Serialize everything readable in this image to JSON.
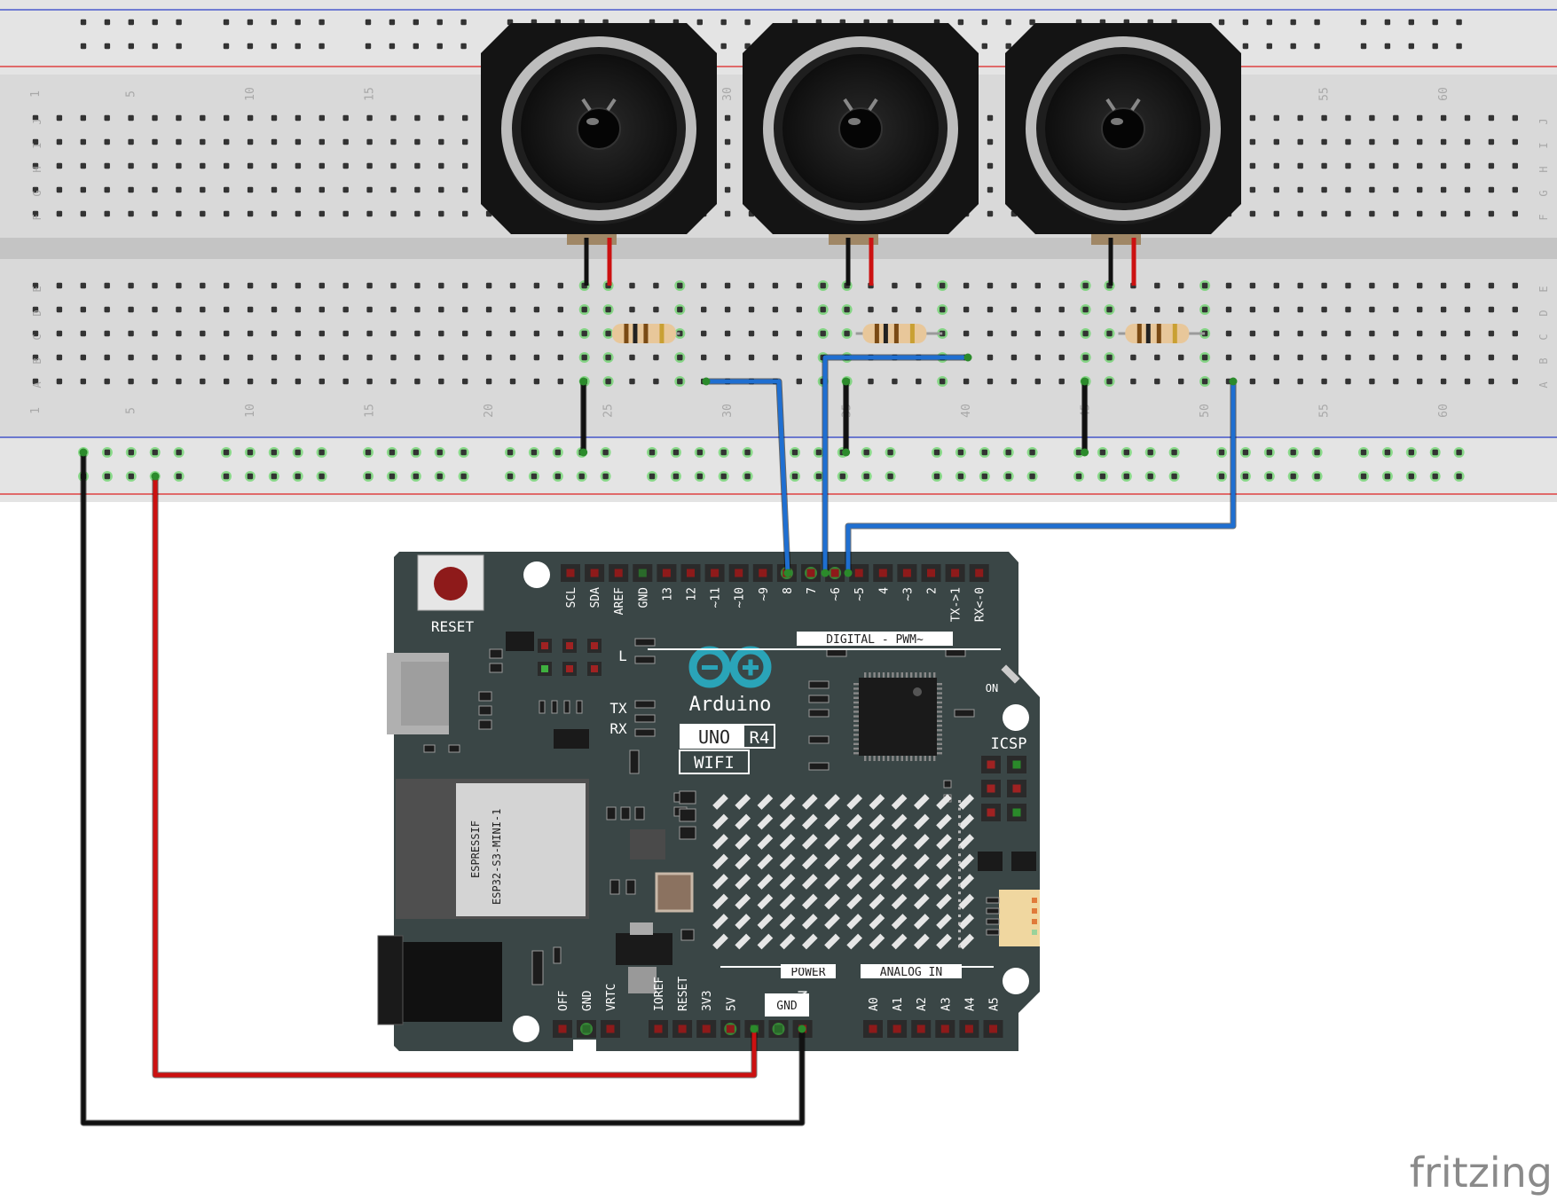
{
  "breadboard": {
    "row_labels_top": [
      "J",
      "I",
      "H",
      "G",
      "F"
    ],
    "row_labels_bottom": [
      "E",
      "D",
      "C",
      "B",
      "A"
    ],
    "column_numbers": [
      "1",
      "5",
      "10",
      "15",
      "20",
      "25",
      "30",
      "35",
      "40",
      "45",
      "50",
      "55",
      "60"
    ]
  },
  "board": {
    "reset_label": "RESET",
    "digital_pins": [
      "SCL",
      "SDA",
      "AREF",
      "GND",
      "13",
      "12",
      "~11",
      "~10",
      "~9",
      "8",
      "7",
      "~6",
      "~5",
      "4",
      "~3",
      "2",
      "TX->1",
      "RX<-0"
    ],
    "digital_header": "DIGITAL - PWM~",
    "brand_name": "Arduino",
    "model_uno": "UNO",
    "model_r4": "R4",
    "model_wifi": "WIFI",
    "led_l": "L",
    "led_tx": "TX",
    "led_rx": "RX",
    "on_label": "ON",
    "icsp_label": "ICSP",
    "module_line1": "ESPRESSIF",
    "module_line2": "ESP32-S3-MINI-1",
    "off_gnd_vrtc": [
      "OFF",
      "GND",
      "VRTC"
    ],
    "power_pins": [
      "IOREF",
      "RESET",
      "3V3",
      "5V",
      "GND",
      "GND",
      "VIN"
    ],
    "power_header": "POWER",
    "gnd_box_label": "GND",
    "analog_header": "ANALOG IN",
    "analog_pins": [
      "A0",
      "A1",
      "A2",
      "A3",
      "A4",
      "A5"
    ]
  },
  "watermark": "fritzing",
  "colors": {
    "breadboard": "#d9d9d9",
    "board": "#3a4646",
    "wire_red": "#cc1111",
    "wire_black": "#111111",
    "wire_blue": "#1f6fd1",
    "highlight": "#3fd13f"
  }
}
